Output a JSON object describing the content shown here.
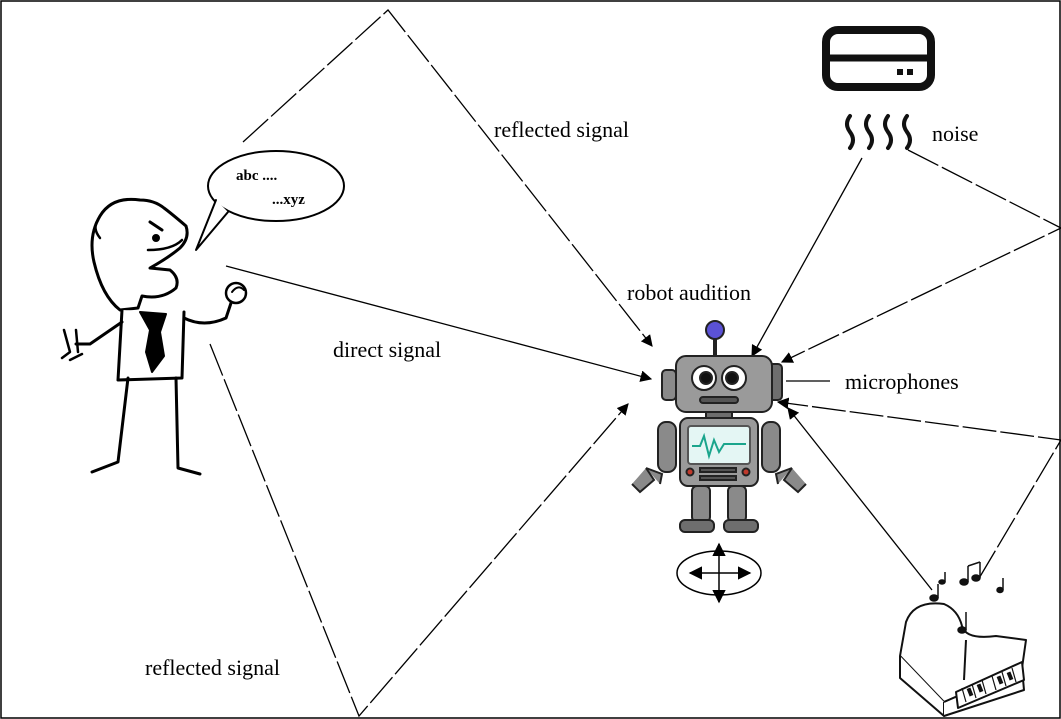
{
  "labels": {
    "reflected_top": "reflected signal",
    "reflected_bottom": "reflected signal",
    "direct": "direct signal",
    "robot_audition": "robot audition",
    "microphones": "microphones",
    "noise": "noise"
  },
  "speech_bubble": {
    "line1": "abc ....",
    "line2": "...xyz"
  },
  "colors": {
    "line": "#000000",
    "robot_body": "#9a9a9a",
    "robot_dark": "#5e5e5e",
    "antenna_ball": "#5b52d6",
    "screen_wave": "#1aa58c",
    "tie": "#000000"
  },
  "icons": [
    "person-speaker-icon",
    "air-conditioner-icon",
    "heat-waves-icon",
    "robot-icon",
    "piano-icon",
    "music-notes-icon",
    "move-arrows-icon"
  ]
}
